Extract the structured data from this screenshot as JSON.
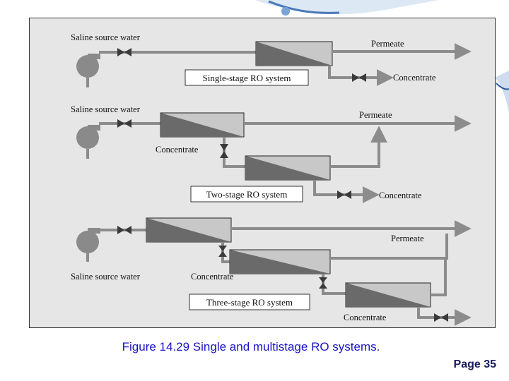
{
  "systems": [
    {
      "title": "Single-stage RO system",
      "source_label": "Saline source water",
      "permeate_label": "Permeate",
      "concentrate_labels": [
        "Concentrate"
      ]
    },
    {
      "title": "Two-stage RO system",
      "source_label": "Saline source water",
      "permeate_label": "Permeate",
      "concentrate_labels": [
        "Concentrate",
        "Concentrate"
      ]
    },
    {
      "title": "Three-stage RO system",
      "source_label": "Saline source water",
      "permeate_label": "Permeate",
      "concentrate_labels": [
        "Concentrate",
        "Concentrate"
      ]
    }
  ],
  "caption": "Figure 14.29 Single and multistage RO systems.",
  "page_label": "Page 35",
  "colors": {
    "pipe": "#8c8c8c",
    "membrane_dark": "#6a6a6a",
    "membrane_light": "#c8c8c8",
    "pump": "#888888",
    "valve": "#3a3a3a",
    "caption": "#1a14c8",
    "background_panel": "#e6e6e6"
  }
}
